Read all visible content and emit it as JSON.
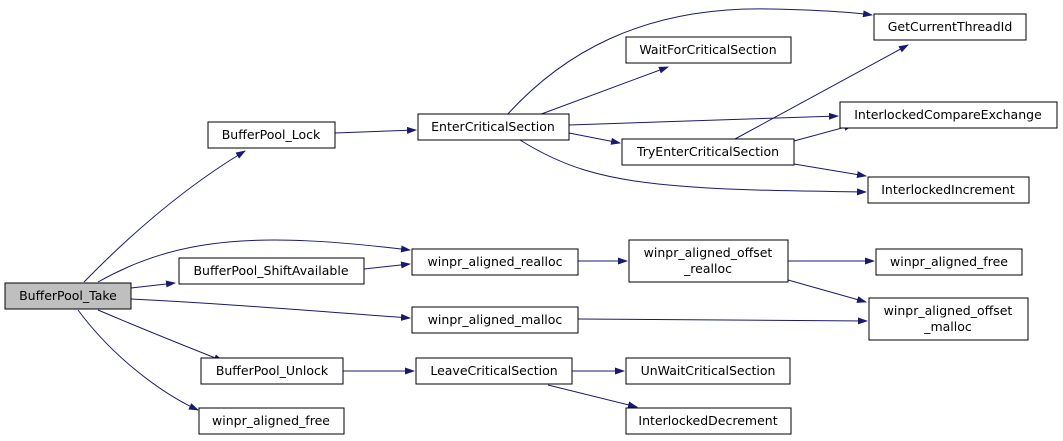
{
  "graph": {
    "colors": {
      "edge": "#191970",
      "root_fill": "#bfbfbf",
      "node_fill": "#ffffff",
      "node_border": "#000000"
    },
    "nodes": {
      "buffer_pool_take": "BufferPool_Take",
      "buffer_pool_lock": "BufferPool_Lock",
      "buffer_pool_shift_available": "BufferPool_ShiftAvailable",
      "buffer_pool_unlock": "BufferPool_Unlock",
      "winpr_aligned_free_left": "winpr_aligned_free",
      "enter_critical_section": "EnterCriticalSection",
      "winpr_aligned_realloc": "winpr_aligned_realloc",
      "winpr_aligned_malloc": "winpr_aligned_malloc",
      "leave_critical_section": "LeaveCriticalSection",
      "wait_for_critical_section": "WaitForCriticalSection",
      "try_enter_critical_section": "TryEnterCriticalSection",
      "winpr_aligned_offset_realloc": [
        "winpr_aligned_offset",
        "_realloc"
      ],
      "un_wait_critical_section": "UnWaitCriticalSection",
      "interlocked_decrement": "InterlockedDecrement",
      "get_current_thread_id": "GetCurrentThreadId",
      "interlocked_compare_exchange": "InterlockedCompareExchange",
      "interlocked_increment": "InterlockedIncrement",
      "winpr_aligned_free_right": "winpr_aligned_free",
      "winpr_aligned_offset_malloc": [
        "winpr_aligned_offset",
        "_malloc"
      ]
    }
  }
}
